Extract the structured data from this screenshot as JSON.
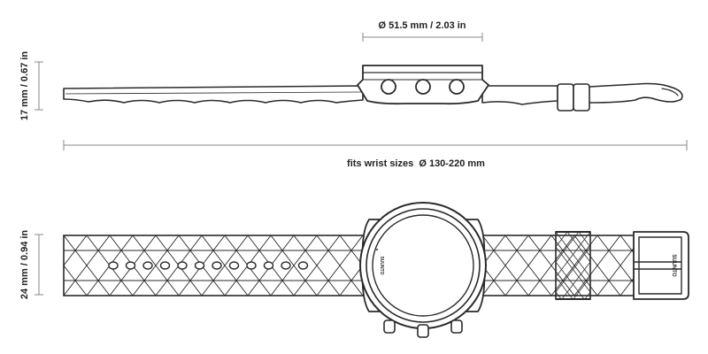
{
  "dimensions": {
    "case_diameter": "Ø 51.5 mm / 2.03 in",
    "side_thickness": "17 mm / 0.67 in",
    "wrist_sizes": "fits wrist sizes  Ø 130-220 mm",
    "strap_width": "24 mm / 0.94 in"
  },
  "brand": {
    "case_text": "SUUNTO",
    "buckle_text": "SUUNTO"
  },
  "colors": {
    "ink": "#2a2a2a",
    "dim_line": "#888888",
    "background": "#ffffff"
  }
}
